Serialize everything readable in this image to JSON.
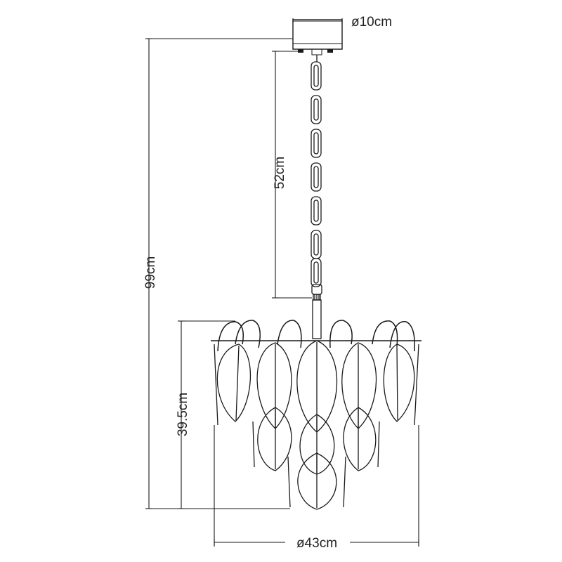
{
  "dimensions": {
    "canopy_diameter": "ø10cm",
    "chain_length": "52cm",
    "total_height": "99cm",
    "body_height": "39.5cm",
    "body_diameter": "ø43cm"
  },
  "colors": {
    "line": "#1a1a1a",
    "background": "#ffffff"
  }
}
